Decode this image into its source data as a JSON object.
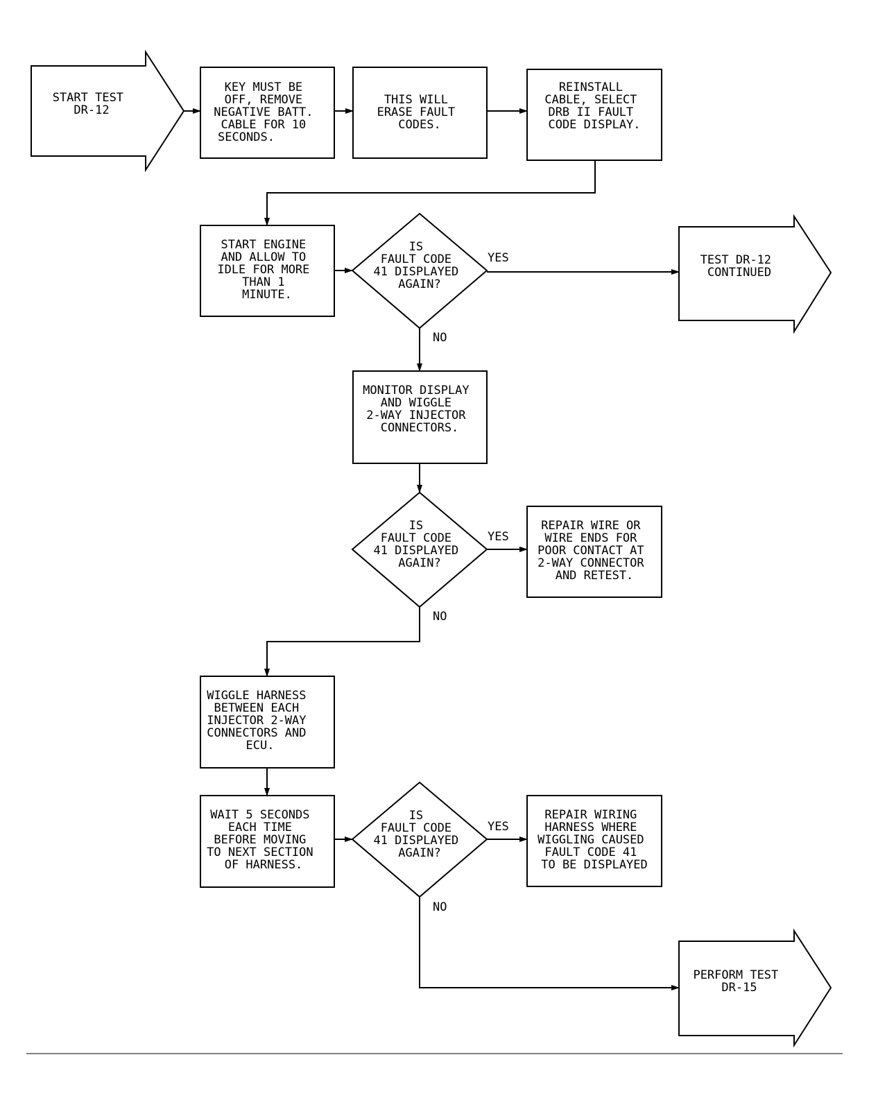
{
  "nodes": {
    "start": {
      "lines": [
        "START TEST",
        "DR-12"
      ]
    },
    "key_off": {
      "lines": [
        "KEY MUST BE",
        "OFF, REMOVE",
        "NEGATIVE BATT.",
        "CABLE FOR 10",
        "SECONDS."
      ]
    },
    "erase": {
      "lines": [
        "THIS WILL",
        "ERASE FAULT",
        "CODES."
      ]
    },
    "reinstall": {
      "lines": [
        "REINSTALL",
        "CABLE, SELECT",
        "DRB II FAULT",
        "CODE DISPLAY."
      ]
    },
    "start_engine": {
      "lines": [
        "START ENGINE",
        "AND ALLOW TO",
        "IDLE FOR MORE",
        "THAN 1",
        "MINUTE."
      ]
    },
    "decision1": {
      "lines": [
        "IS",
        "FAULT CODE",
        "41 DISPLAYED",
        "AGAIN?"
      ]
    },
    "continued": {
      "lines": [
        "TEST DR-12",
        "CONTINUED"
      ]
    },
    "monitor": {
      "lines": [
        "MONITOR DISPLAY",
        "AND WIGGLE",
        "2-WAY INJECTOR",
        "CONNECTORS."
      ]
    },
    "decision2": {
      "lines": [
        "IS",
        "FAULT CODE",
        "41 DISPLAYED",
        "AGAIN?"
      ]
    },
    "repair_wire": {
      "lines": [
        "REPAIR WIRE OR",
        "WIRE ENDS FOR",
        "POOR CONTACT AT",
        "2-WAY CONNECTOR",
        "AND RETEST."
      ]
    },
    "wiggle": {
      "lines": [
        "WIGGLE HARNESS",
        "BETWEEN EACH",
        "INJECTOR 2-WAY",
        "CONNECTORS AND",
        "ECU."
      ]
    },
    "wait": {
      "lines": [
        "WAIT 5 SECONDS",
        "EACH TIME",
        "BEFORE MOVING",
        "TO NEXT SECTION",
        "OF HARNESS."
      ]
    },
    "decision3": {
      "lines": [
        "IS",
        "FAULT CODE",
        "41 DISPLAYED",
        "AGAIN?"
      ]
    },
    "repair_harness": {
      "lines": [
        "REPAIR WIRING",
        "HARNESS WHERE",
        "WIGGLING CAUSED",
        "FAULT CODE 41",
        "TO BE DISPLAYED"
      ]
    },
    "perform": {
      "lines": [
        "PERFORM TEST",
        "DR-15"
      ]
    }
  },
  "edge_labels": {
    "d1_yes": "YES",
    "d1_no": "NO",
    "d2_yes": "YES",
    "d2_no": "NO",
    "d3_yes": "YES",
    "d3_no": "NO"
  }
}
